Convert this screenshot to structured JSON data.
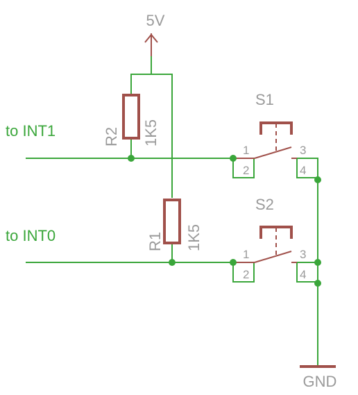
{
  "supply": {
    "label": "5V"
  },
  "ground": {
    "label": "GND"
  },
  "nets": {
    "int1": "to INT1",
    "int0": "to INT0"
  },
  "resistors": {
    "r2": {
      "name": "R2",
      "value": "1K5"
    },
    "r1": {
      "name": "R1",
      "value": "1K5"
    }
  },
  "switches": {
    "s1": {
      "name": "S1",
      "pins": [
        "1",
        "2",
        "3",
        "4"
      ]
    },
    "s2": {
      "name": "S2",
      "pins": [
        "1",
        "2",
        "3",
        "4"
      ]
    }
  },
  "colors": {
    "wire": "#3aa63a",
    "part": "#a0504a",
    "label": "#9a9a9a"
  }
}
